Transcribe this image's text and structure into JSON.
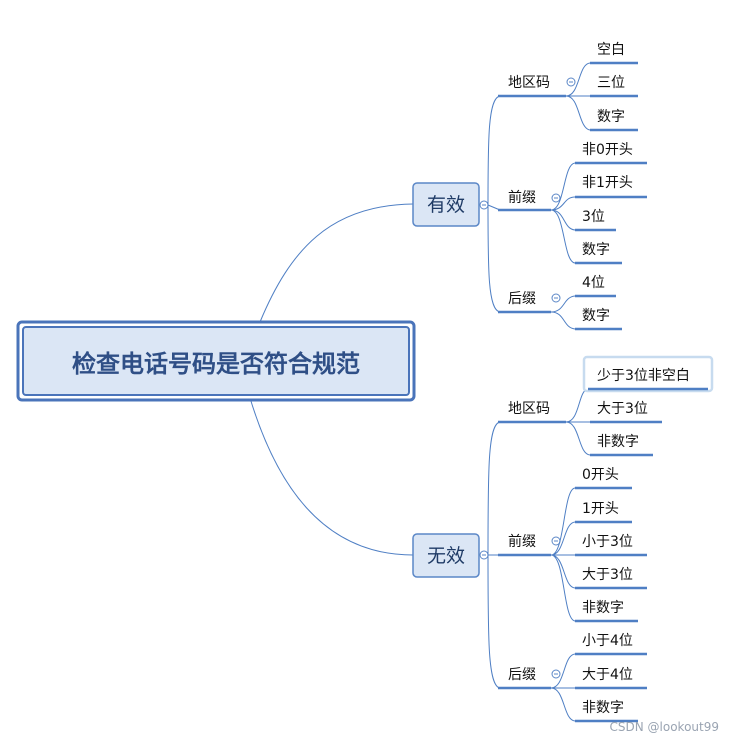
{
  "root": {
    "label": "检查电话号码是否符合规范"
  },
  "branches": [
    {
      "label": "有效",
      "children": [
        {
          "label": "地区码",
          "leaves": [
            "空白",
            "三位",
            "数字"
          ]
        },
        {
          "label": "前缀",
          "leaves": [
            "非0开头",
            "非1开头",
            "3位",
            "数字"
          ]
        },
        {
          "label": "后缀",
          "leaves": [
            "4位",
            "数字"
          ]
        }
      ]
    },
    {
      "label": "无效",
      "children": [
        {
          "label": "地区码",
          "leaves": [
            "少于3位非空白",
            "大于3位",
            "非数字"
          ]
        },
        {
          "label": "前缀",
          "leaves": [
            "0开头",
            "1开头",
            "小于3位",
            "大于3位",
            "非数字"
          ]
        },
        {
          "label": "后缀",
          "leaves": [
            "小于4位",
            "大于4位",
            "非数字"
          ]
        }
      ]
    }
  ],
  "selected_leaf": "少于3位非空白",
  "watermark": "CSDN @lookout99",
  "colors": {
    "line": "#4f7fc4",
    "node_fill": "#dbe6f5",
    "root_text": "#2f4f86"
  }
}
